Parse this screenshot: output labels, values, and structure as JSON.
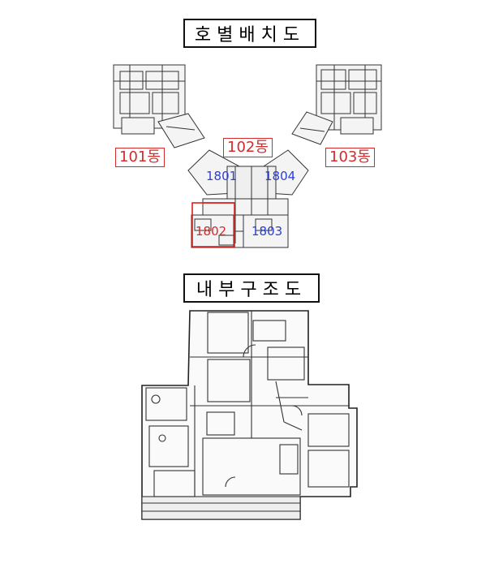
{
  "titles": {
    "layout": "호별배치도",
    "interior": "내부구조도"
  },
  "buildings": {
    "b101": "101동",
    "b102": "102동",
    "b103": "103동"
  },
  "units": {
    "u1801": "1801",
    "u1804": "1804",
    "u1802": "1802",
    "u1803": "1803"
  },
  "colors": {
    "building_label": "#d52b2b",
    "unit_blue": "#2b3fd0",
    "unit_red": "#d52b2b",
    "highlight_border": "#e02020"
  }
}
